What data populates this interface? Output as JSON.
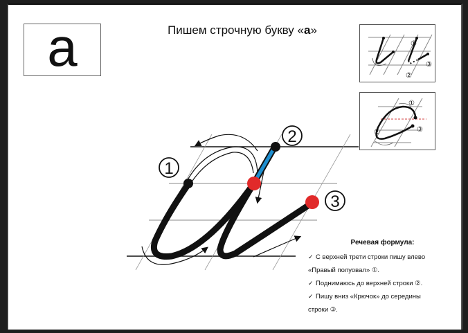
{
  "header": {
    "letter": "а",
    "title_prefix": "Пишем строчную букву «",
    "title_letter": "а",
    "title_suffix": "»"
  },
  "main_diagram": {
    "markers": [
      "①",
      "②",
      "③"
    ],
    "colors": {
      "stroke": "#111111",
      "highlight_segment": "#1e8fd0",
      "start_point": "#e12a2a",
      "key_point": "#111111",
      "guide_line": "#888888"
    }
  },
  "thumbnails": [
    {
      "name": "stroke-elements",
      "markers": [
        "①",
        "②",
        "③"
      ]
    },
    {
      "name": "oval-elements",
      "markers": [
        "①",
        "②",
        "③"
      ]
    }
  ],
  "formula": {
    "title": "Речевая формула:",
    "items": [
      {
        "check": "✓",
        "line1": "С  верхней трети строки пишу влево",
        "line2": "«Правый полуовал» ①."
      },
      {
        "check": "✓",
        "line1": "Поднимаюсь до верхней строки ②."
      },
      {
        "check": "✓",
        "line1": "Пишу вниз «Крючок» до середины",
        "line2": "строки ③."
      }
    ]
  }
}
